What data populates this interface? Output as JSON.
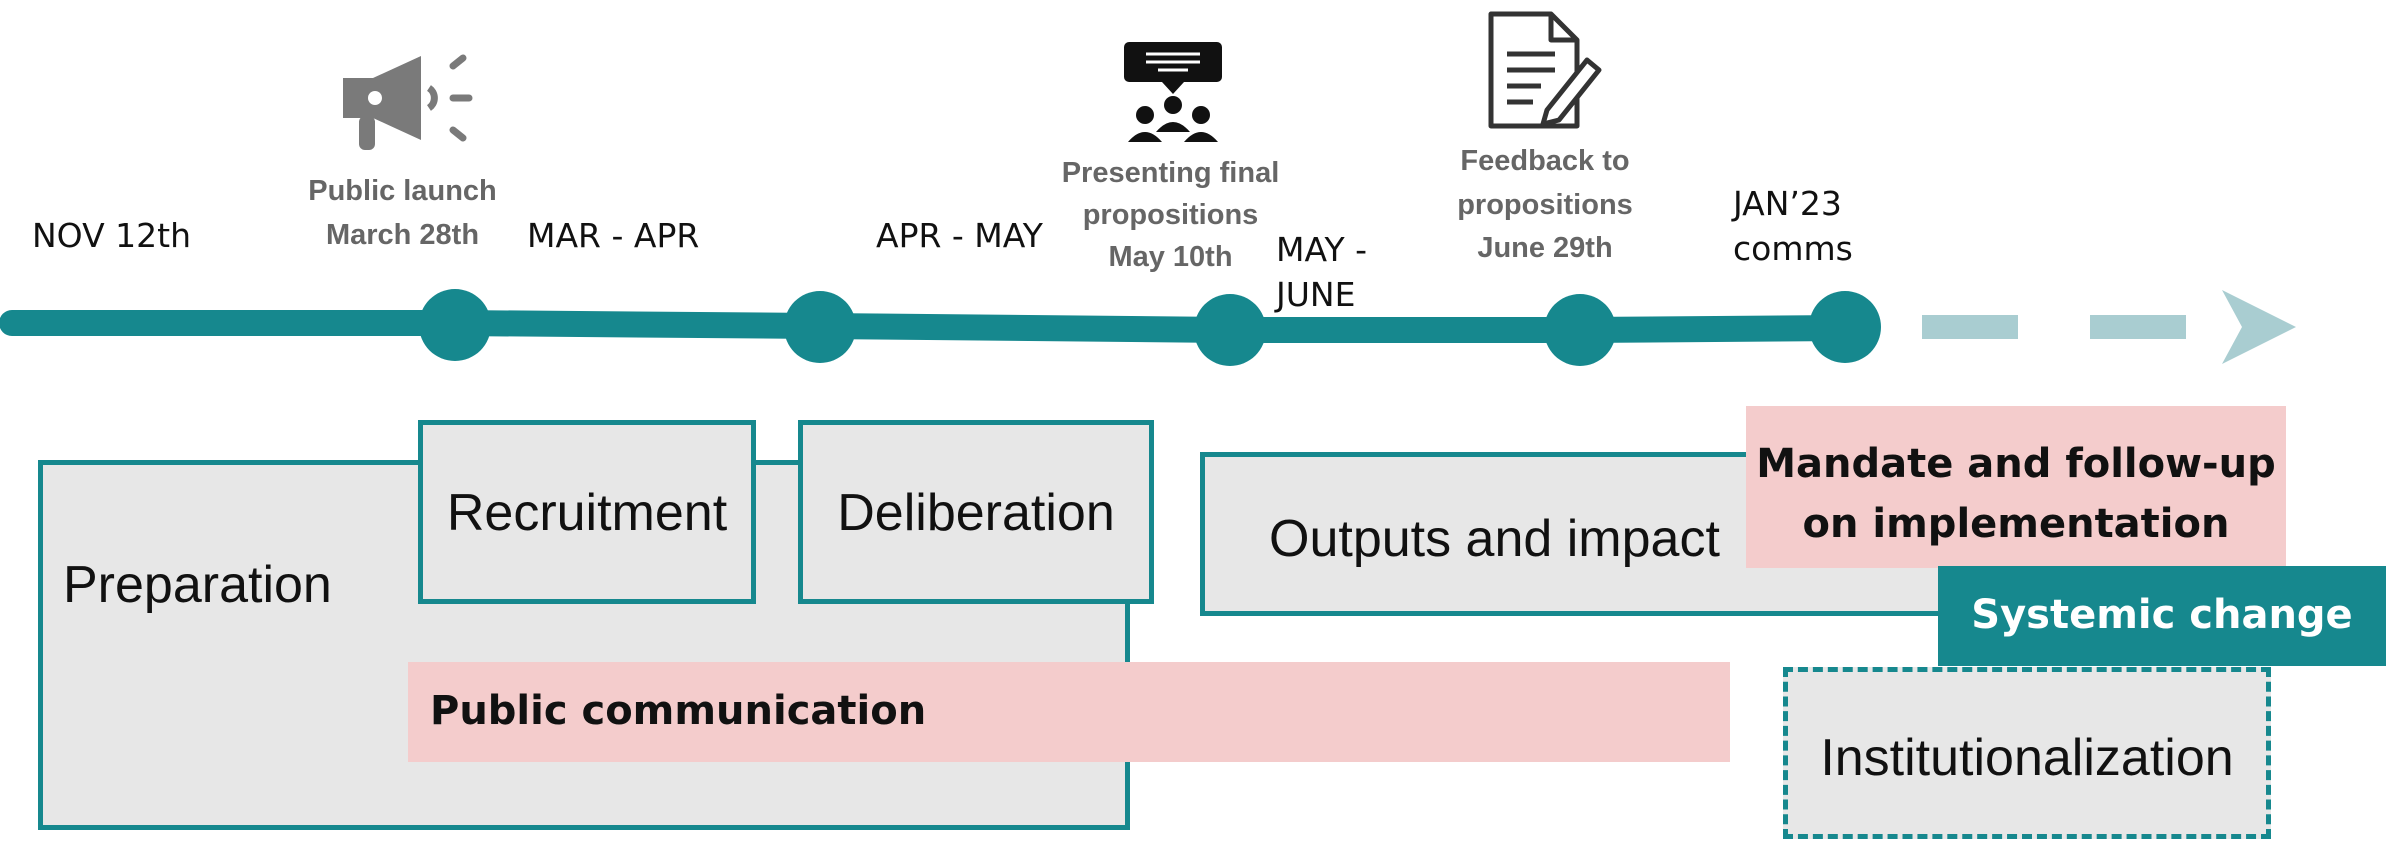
{
  "dates": {
    "nov": "NOV 12th",
    "mar_apr": "MAR - APR",
    "apr_may": "APR - MAY",
    "may_june_line1": "MAY -",
    "may_june_line2": "JUNE",
    "jan_line1": "JAN’23",
    "jan_line2": "comms"
  },
  "milestones": {
    "launch_line1": "Public launch",
    "launch_line2": "March 28th",
    "present_line1": "Presenting final",
    "present_line2": "propositions",
    "present_line3": "May 10th",
    "feedback_line1": "Feedback to",
    "feedback_line2": "propositions",
    "feedback_line3": "June 29th"
  },
  "phases": {
    "preparation": "Preparation",
    "recruitment": "Recruitment",
    "deliberation": "Deliberation",
    "outputs": "Outputs and impact",
    "mandate_line1": "Mandate and follow-up",
    "mandate_line2": "on implementation",
    "systemic": "Systemic change",
    "institutionalization": "Institutionalization",
    "public_communication": "Public communication"
  },
  "icons": {
    "launch": "megaphone-icon",
    "present": "presentation-audience-icon",
    "feedback": "document-pen-icon"
  },
  "colors": {
    "teal": "#16888e",
    "light_teal": "#a9cdd1",
    "pink": "#f4cccc",
    "box_fill": "#e7e7e7",
    "milestone_text": "#666666"
  }
}
